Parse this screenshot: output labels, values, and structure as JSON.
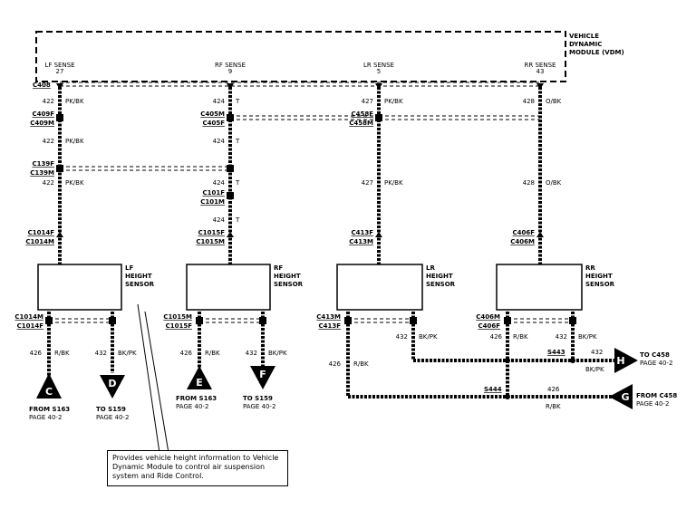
{
  "module": {
    "name_line1": "VEHICLE",
    "name_line2": "DYNAMIC",
    "name_line3": "MODULE (VDM)",
    "top_connector": "C408",
    "pins": [
      {
        "label": "LF SENSE",
        "pin": "27"
      },
      {
        "label": "RF SENSE",
        "pin": "9"
      },
      {
        "label": "LR SENSE",
        "pin": "5"
      },
      {
        "label": "RR SENSE",
        "pin": "43"
      }
    ]
  },
  "lf_chain": {
    "wire1": {
      "num": "422",
      "color": "PK/BK"
    },
    "conn_a1": "C409F",
    "conn_a2": "C409M",
    "wire2": {
      "num": "422",
      "color": "PK/BK"
    },
    "conn_b1": "C139F",
    "conn_b2": "C139M",
    "wire3": {
      "num": "422",
      "color": "PK/BK"
    },
    "conn_c1": "C1014F",
    "conn_c2": "C1014M"
  },
  "rf_chain": {
    "wire1": {
      "num": "424",
      "color": "T"
    },
    "conn_a1": "C405M",
    "conn_a2": "C405F",
    "wire2": {
      "num": "424",
      "color": "T"
    },
    "wire3": {
      "num": "424",
      "color": "T"
    },
    "conn_b1": "C101F",
    "conn_b2": "C101M",
    "wire4": {
      "num": "424",
      "color": "T"
    },
    "conn_c1": "C1015F",
    "conn_c2": "C1015M"
  },
  "lr_chain": {
    "wire1": {
      "num": "427",
      "color": "PK/BK"
    },
    "conn_a1": "C458F",
    "conn_a2": "C458M",
    "wire2": {
      "num": "427",
      "color": "PK/BK"
    },
    "conn_c1": "C413F",
    "conn_c2": "C413M"
  },
  "rr_chain": {
    "wire1": {
      "num": "428",
      "color": "O/BK"
    },
    "wire2": {
      "num": "428",
      "color": "O/BK"
    },
    "conn_c1": "C406F",
    "conn_c2": "C406M"
  },
  "sensors": {
    "lf": {
      "line1": "LF",
      "line2": "HEIGHT",
      "line3": "SENSOR"
    },
    "rf": {
      "line1": "RF",
      "line2": "HEIGHT",
      "line3": "SENSOR"
    },
    "lr": {
      "line1": "LR",
      "line2": "HEIGHT",
      "line3": "SENSOR"
    },
    "rr": {
      "line1": "RR",
      "line2": "HEIGHT",
      "line3": "SENSOR"
    }
  },
  "bottom": {
    "lf_conn1": "C1014M",
    "lf_conn2": "C1014F",
    "rf_conn1": "C1015M",
    "rf_conn2": "C1015F",
    "lr_conn1": "C413M",
    "lr_conn2": "C413F",
    "rr_conn1": "C406M",
    "rr_conn2": "C406F",
    "lf_w1": {
      "num": "426",
      "color": "R/BK"
    },
    "lf_w2": {
      "num": "432",
      "color": "BK/PK"
    },
    "rf_w1": {
      "num": "426",
      "color": "R/BK"
    },
    "rf_w2": {
      "num": "432",
      "color": "BK/PK"
    },
    "lr_w1": {
      "num": "426",
      "color": "R/BK"
    },
    "lr_w2": {
      "num": "432",
      "color": "BK/PK"
    },
    "rr_w1": {
      "num": "426",
      "color": "R/BK"
    },
    "rr_w2": {
      "num": "432",
      "color": "BK/PK"
    },
    "splice_s443": "S443",
    "splice_s444": "S444",
    "h_wire": {
      "num": "432",
      "color": "BK/PK"
    },
    "g_wire": {
      "num": "426",
      "color": "R/BK"
    }
  },
  "destinations": {
    "c": {
      "letter": "C",
      "line1": "FROM S163",
      "line2": "PAGE 40-2"
    },
    "d": {
      "letter": "D",
      "line1": "TO S159",
      "line2": "PAGE 40-2"
    },
    "e": {
      "letter": "E",
      "line1": "FROM S163",
      "line2": "PAGE 40-2"
    },
    "f": {
      "letter": "F",
      "line1": "TO S159",
      "line2": "PAGE 40-2"
    },
    "h": {
      "letter": "H",
      "line1": "TO C458",
      "line2": "PAGE 40-2"
    },
    "g": {
      "letter": "G",
      "line1": "FROM C458",
      "line2": "PAGE 40-2"
    }
  },
  "note": "Provides vehicle height information to Vehicle Dynamic Module to control air suspension system and Ride Control."
}
